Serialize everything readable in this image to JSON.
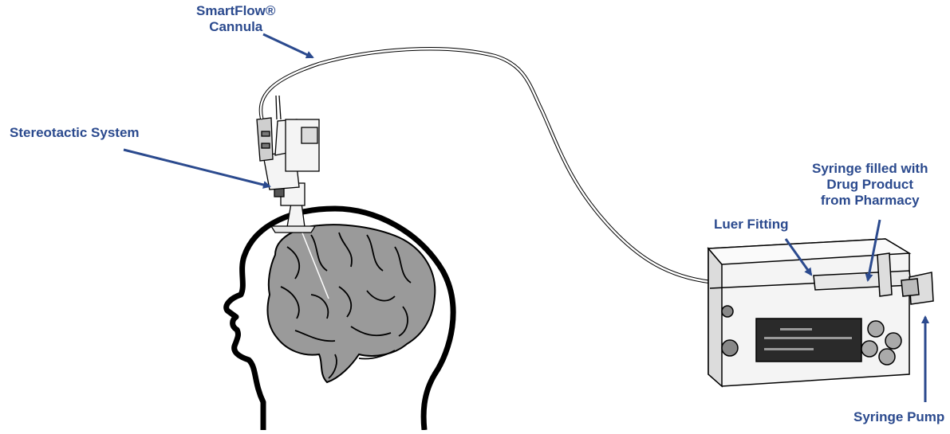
{
  "labels": {
    "cannula": {
      "line1": "SmartFlow®",
      "line2": "Cannula"
    },
    "stereotactic": "Stereotactic System",
    "syringe_filled": {
      "line1": "Syringe filled with",
      "line2": "Drug Product",
      "line3": "from Pharmacy"
    },
    "luer_fitting": "Luer Fitting",
    "syringe_pump": "Syringe Pump"
  },
  "colors": {
    "label_blue": "#2b4a8e",
    "brain_gray": "#9a9a9a",
    "outline": "#000000",
    "device_fill": "#f4f4f4"
  }
}
